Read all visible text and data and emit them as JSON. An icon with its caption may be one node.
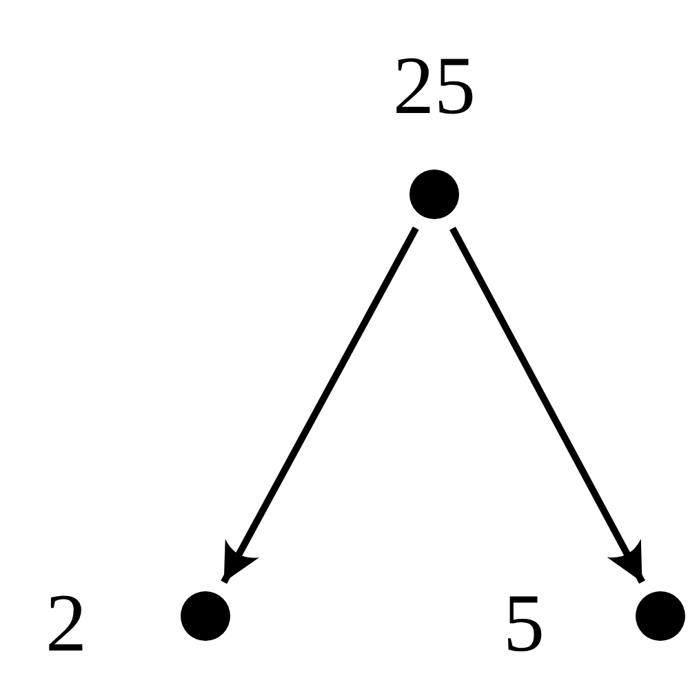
{
  "diagram": {
    "nodes": [
      {
        "text": [],
        "shape": "circle",
        "beside": [
          "25"
        ]
      },
      {
        "text": [],
        "shape": "circle",
        "beside": [
          "2"
        ]
      },
      {
        "text": [],
        "shape": "circle",
        "beside": [
          "5"
        ]
      }
    ],
    "edges": [
      {
        "from": 0,
        "to": 1,
        "arrow": "to"
      },
      {
        "from": 0,
        "to": 2,
        "arrow": "to"
      }
    ]
  }
}
